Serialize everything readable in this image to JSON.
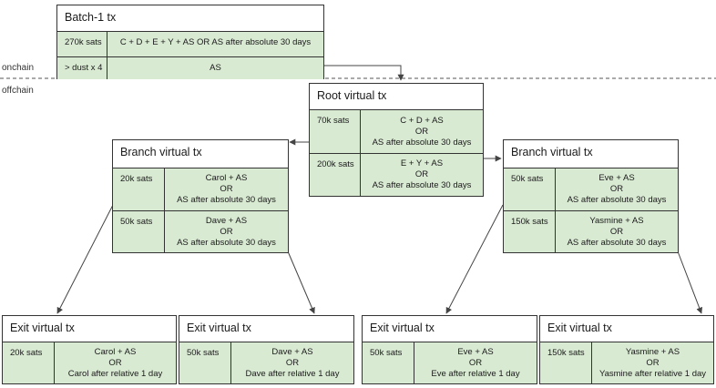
{
  "labels": {
    "onchain": "onchain",
    "offchain": "offchain"
  },
  "boxes": {
    "batch": {
      "title": "Batch-1 tx",
      "rows": [
        {
          "amount": "270k sats",
          "condition": [
            "C + D + E + Y + AS  OR AS after absolute 30 days"
          ]
        },
        {
          "amount": "> dust x 4",
          "condition": [
            "AS"
          ]
        }
      ]
    },
    "root": {
      "title": "Root virtual tx",
      "rows": [
        {
          "amount": "70k sats",
          "condition": [
            "C + D + AS",
            "OR",
            "AS after absolute 30 days"
          ]
        },
        {
          "amount": "200k sats",
          "condition": [
            "E + Y + AS",
            "OR",
            "AS after absolute 30 days"
          ]
        }
      ]
    },
    "branch_left": {
      "title": "Branch virtual tx",
      "rows": [
        {
          "amount": "20k sats",
          "condition": [
            "Carol + AS",
            "OR",
            "AS after absolute 30 days"
          ]
        },
        {
          "amount": "50k sats",
          "condition": [
            "Dave + AS",
            "OR",
            "AS after absolute 30 days"
          ]
        }
      ]
    },
    "branch_right": {
      "title": "Branch virtual tx",
      "rows": [
        {
          "amount": "50k sats",
          "condition": [
            "Eve + AS",
            "OR",
            "AS after absolute 30 days"
          ]
        },
        {
          "amount": "150k sats",
          "condition": [
            "Yasmine + AS",
            "OR",
            "AS after absolute 30 days"
          ]
        }
      ]
    },
    "exit_carol": {
      "title": "Exit virtual tx",
      "rows": [
        {
          "amount": "20k sats",
          "condition": [
            "Carol + AS",
            "OR",
            "Carol after relative 1 day"
          ]
        }
      ]
    },
    "exit_dave": {
      "title": "Exit virtual tx",
      "rows": [
        {
          "amount": "50k sats",
          "condition": [
            "Dave + AS",
            "OR",
            "Dave after relative 1 day"
          ]
        }
      ]
    },
    "exit_eve": {
      "title": "Exit virtual tx",
      "rows": [
        {
          "amount": "50k sats",
          "condition": [
            "Eve + AS",
            "OR",
            "Eve after relative 1 day"
          ]
        }
      ]
    },
    "exit_yasmine": {
      "title": "Exit virtual tx",
      "rows": [
        {
          "amount": "150k sats",
          "condition": [
            "Yasmine + AS",
            "OR",
            "Yasmine after relative 1 day"
          ]
        }
      ]
    }
  }
}
